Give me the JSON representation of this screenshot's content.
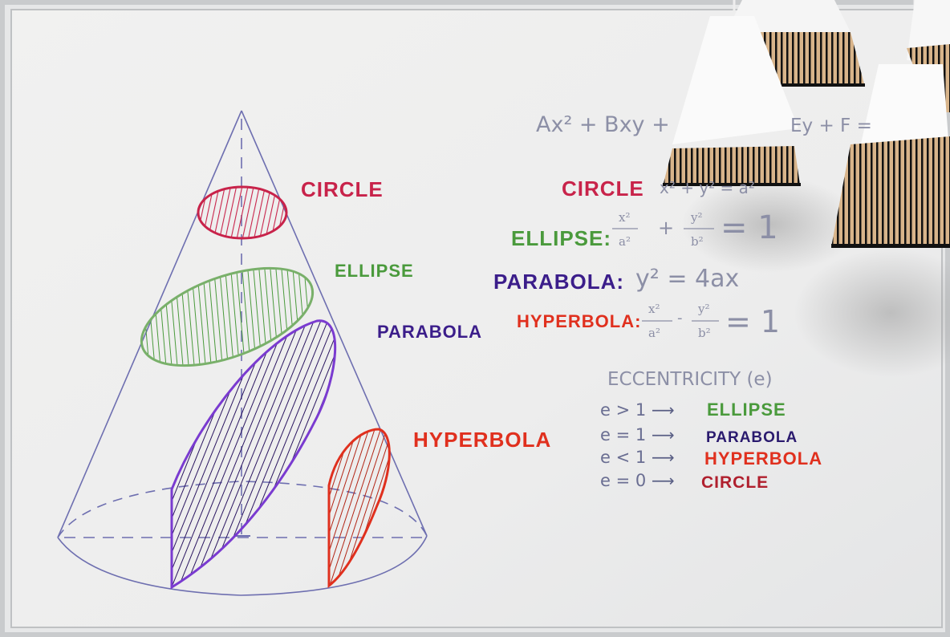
{
  "colors": {
    "circle": "#c8234a",
    "ellipse": "#4a9a3c",
    "parabola": "#3b1d8a",
    "hyperbola": "#e0301e",
    "cone_line": "#6e6fb0",
    "pencil": "#8c8fa6"
  },
  "cone_labels": {
    "circle": "CIRCLE",
    "ellipse": "ELLIPSE",
    "parabola": "PARABOLA",
    "hyperbola": "HYPERBOLA"
  },
  "general_equation": {
    "left": "Ax² + Bxy +",
    "right": "Ey + F ="
  },
  "equations": {
    "circle_label": "CIRCLE",
    "circle_eq": "x² + y² = a²",
    "ellipse_label": "ELLIPSE:",
    "parabola_label": "PARABOLA:",
    "parabola_eq": "y² = 4ax",
    "hyperbola_label": "HYPERBOLA:",
    "x2": "x²",
    "a2": "a²",
    "y2": "y²",
    "b2": "b²",
    "plus": "+",
    "minus": "-",
    "equals_one": "= 1"
  },
  "eccentricity": {
    "title": "ECCENTRICITY (e)",
    "rows": [
      {
        "condition": "e > 1",
        "arrow": "⟶",
        "result": "ELLIPSE"
      },
      {
        "condition": "e = 1",
        "arrow": "⟶",
        "result": "PARABOLA"
      },
      {
        "condition": "e < 1",
        "arrow": "⟶",
        "result": "HYPERBOLA"
      },
      {
        "condition": "e = 0",
        "arrow": "⟶",
        "result": "CIRCLE"
      }
    ]
  }
}
